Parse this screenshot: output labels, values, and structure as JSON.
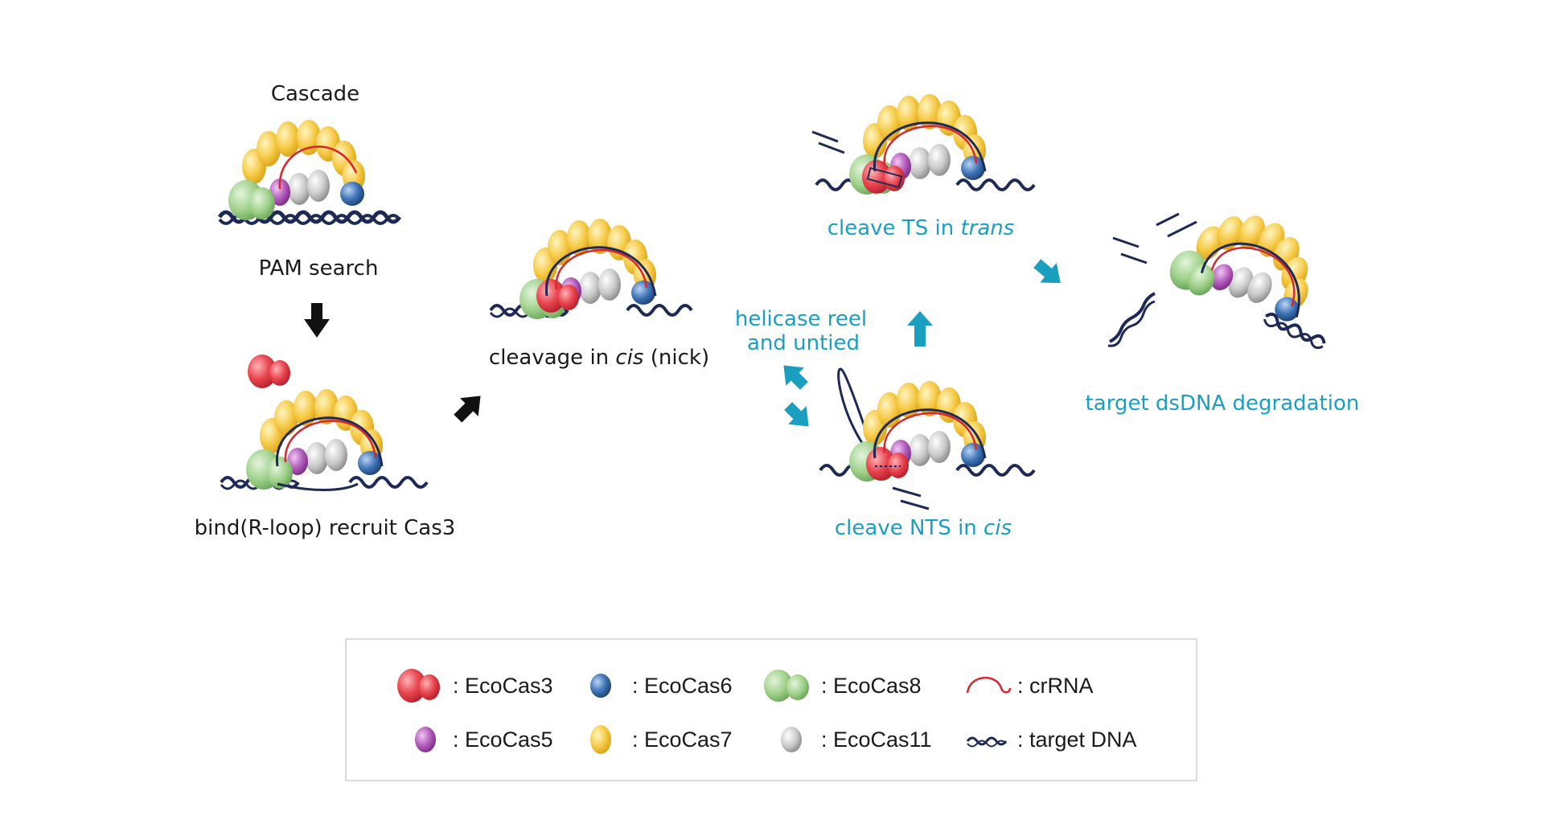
{
  "labels": {
    "cascade": "Cascade",
    "pam_search": "PAM search",
    "bind_recruit": "bind(R-loop) recruit Cas3",
    "cleavage_pre": "cleavage in ",
    "cleavage_it": "cis",
    "cleavage_post": " (nick)",
    "ts_pre": "cleave TS in ",
    "ts_it": "trans",
    "helicase_1": "helicase reel",
    "helicase_2": "and untied",
    "nts_pre": "cleave NTS in ",
    "nts_it": "cis",
    "degradation": "target dsDNA degradation"
  },
  "legend": {
    "items": [
      {
        "name": "EcoCas3",
        "label": ": EcoCas3"
      },
      {
        "name": "EcoCas6",
        "label": ": EcoCas6"
      },
      {
        "name": "EcoCas8",
        "label": ": EcoCas8"
      },
      {
        "name": "crRNA",
        "label": ": crRNA"
      },
      {
        "name": "EcoCas5",
        "label": ": EcoCas5"
      },
      {
        "name": "EcoCas7",
        "label": ": EcoCas7"
      },
      {
        "name": "EcoCas11",
        "label": ": EcoCas11"
      },
      {
        "name": "target-DNA",
        "label": ": target DNA"
      }
    ]
  },
  "colors": {
    "cas3": "#e8454f",
    "cas6": "#3f76b8",
    "cas8": "#9fd08a",
    "cas5": "#b55fbf",
    "cas7": "#f5c842",
    "cas11": "#c9c9c9",
    "crRNA": "#d7262e",
    "dna": "#1e2a55",
    "cyan": "#1b9fc0",
    "arrow_black": "#111111"
  }
}
